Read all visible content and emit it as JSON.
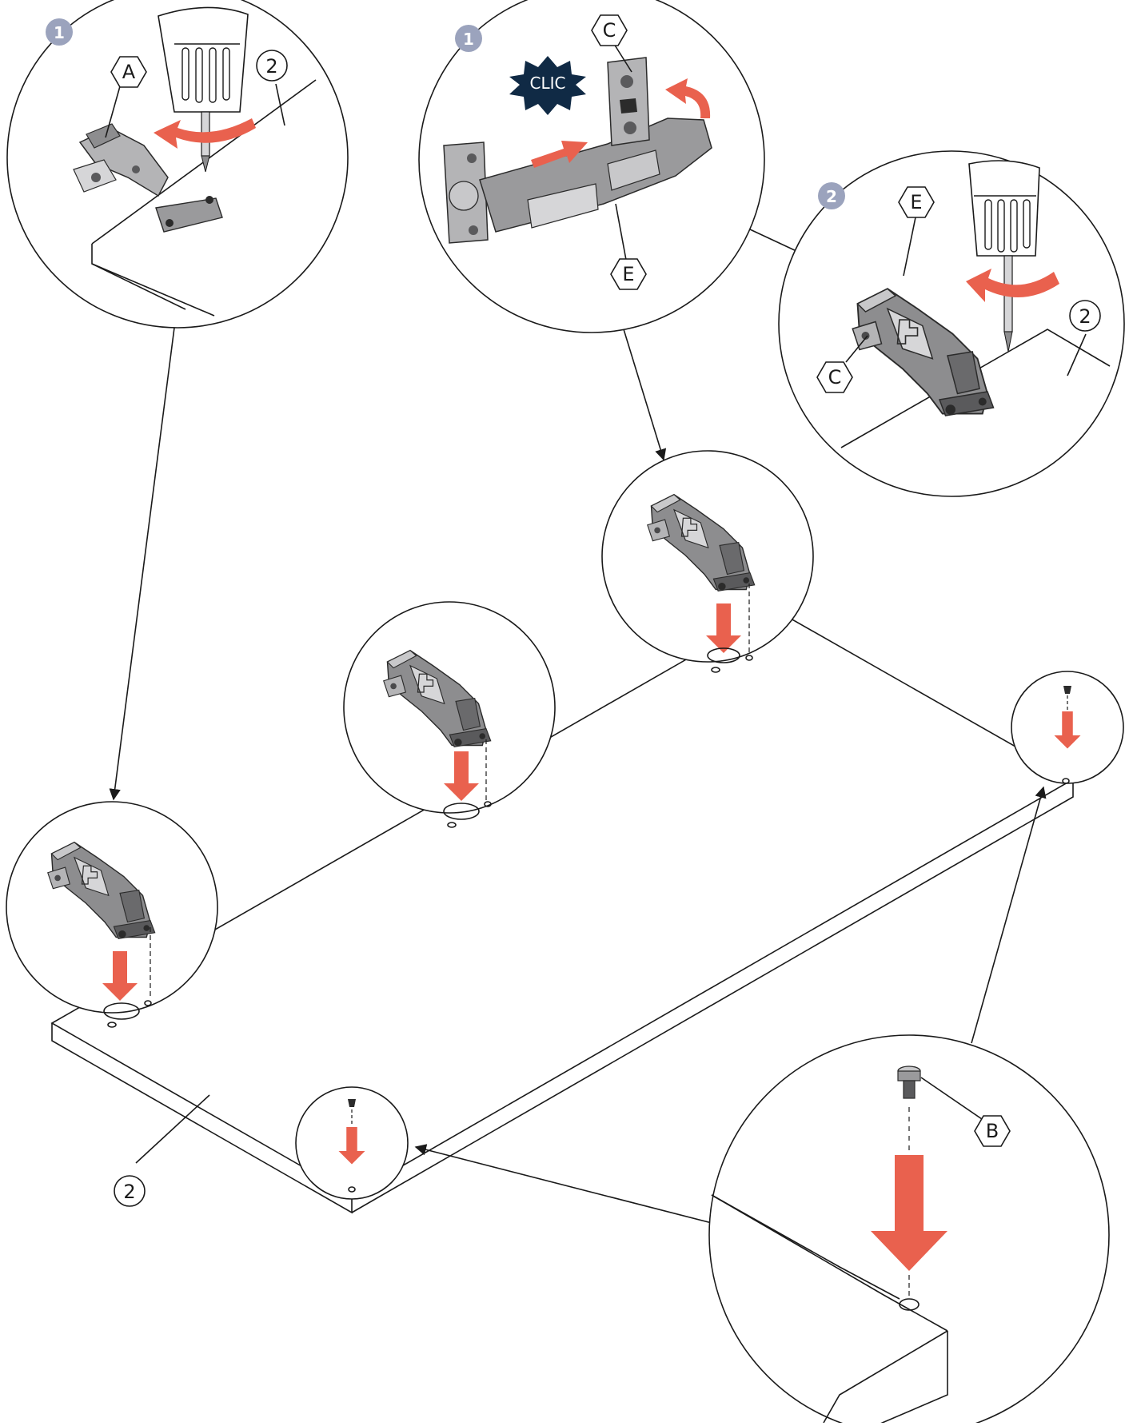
{
  "colors": {
    "accent_arrow": "#e9614e",
    "step_badge": "#9ba3bd",
    "clic_burst": "#102a45",
    "hinge_metal": "#8d8d8f",
    "hinge_dark": "#5a5a5c",
    "hinge_light": "#c8c8ca",
    "line": "#1a1a1a"
  },
  "steps": {
    "step1": "1",
    "step2": "2"
  },
  "labels": {
    "part_a": "A",
    "part_b": "B",
    "part_c": "C",
    "part_e": "E",
    "panel": "2"
  },
  "clic_text": "CLIC",
  "icons": [
    "drill-icon",
    "hinge-icon",
    "clic-burst-icon",
    "down-arrow-icon",
    "rotate-arrow-icon",
    "screw-icon",
    "dowel-icon"
  ]
}
